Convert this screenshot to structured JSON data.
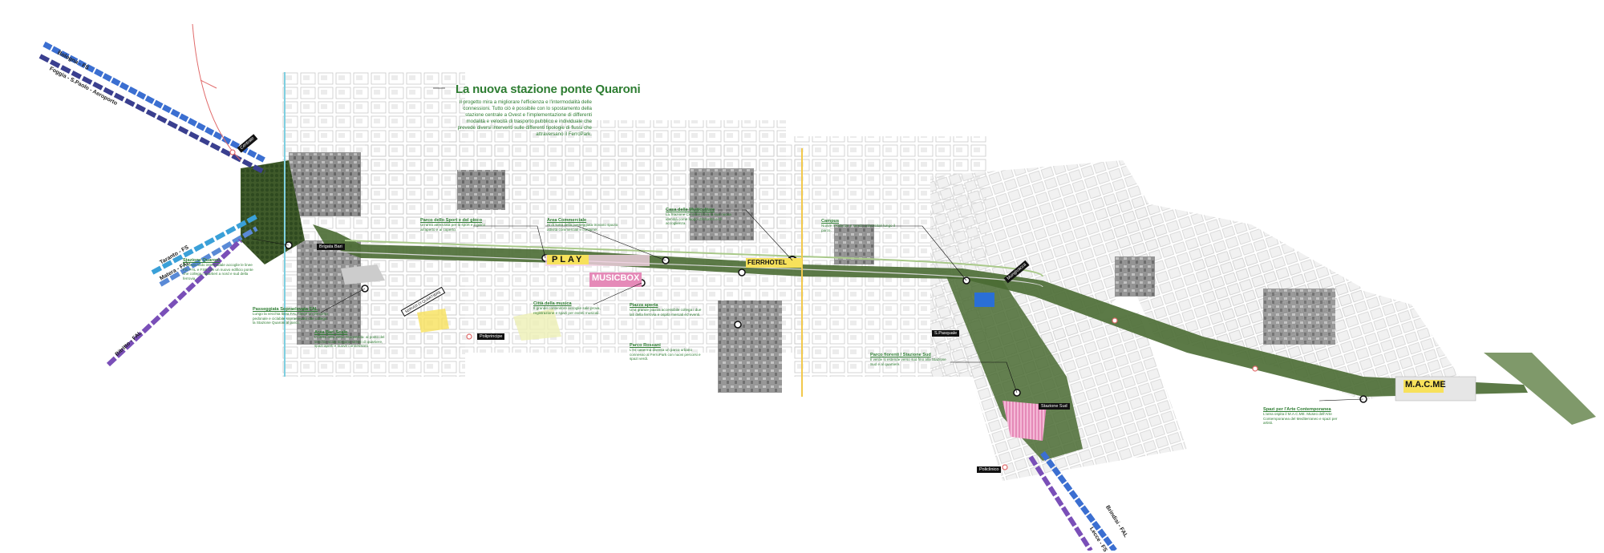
{
  "title": "La nuova stazione ponte Quaroni",
  "intro": "Il progetto mira a migliorare l'efficienza e l'intermodalità delle connessioni. Tutto ciò è possibile con lo spostamento della stazione centrale a Ovest e l'implementazione di differenti modalità e velocità di trasporto pubblico e individuale che prevede diversi interventi sulle differenti tipologie di flussi che attraversano il FerroPark.",
  "rail_lines": [
    {
      "label": "Bologna - FS",
      "color": "#3b6fd1"
    },
    {
      "label": "Foggia - S.Paolo - Aeroporto",
      "color": "#3a3f8f"
    },
    {
      "label": "Taranto - FS",
      "color": "#3aa0d8"
    },
    {
      "label": "Matera - FAL",
      "color": "#5a8ad6"
    },
    {
      "label": "Bitritto - FAL",
      "color": "#7a4fb8"
    },
    {
      "label": "Lecce - FS",
      "color": "#3b6fd1"
    },
    {
      "label": "Brindisi - FAL",
      "color": "#7a4fb8"
    }
  ],
  "big_labels": {
    "play": "PLAY",
    "musicbox": "MUSICBOX",
    "ferrhotel": "FERRHOTEL",
    "macme": "M.A.C.ME"
  },
  "station_tags": [
    {
      "label": "Brigata Bari"
    },
    {
      "label": "Policlinico"
    },
    {
      "label": "S.Pasquale"
    },
    {
      "label": "Stazione Sud"
    },
    {
      "label": "Poliprincipe"
    },
    {
      "label": "Centrale"
    },
    {
      "label": "Mungivacca"
    },
    {
      "label": "SERVIZI DI QUARTIERE"
    }
  ],
  "annotations": [
    {
      "title": "Stazione Quaroni",
      "text": "Il nuovo nodo intermodale accoglie le linee FS, FAL e FSE con un nuovo edificio ponte che collega i quartieri a nord e sud della ferrovia."
    },
    {
      "title": "Passeggiata Sopraelevata FAL",
      "text": "Lungo la vecchia linea FAL nasce un percorso pedonale e ciclabile sopraelevato che collega la Stazione Quaroni al parco."
    },
    {
      "title": "Area Bari Scalo",
      "text": "L'intera area viene riconvertita: al posto del vecchio scalo sorgono servizi di quartiere, spazi aperti e nuove connessioni."
    },
    {
      "title": "Parco dello Sport e del gioco",
      "text": "Un'area attrezzata per lo sport e il gioco all'aperto e al coperto."
    },
    {
      "title": "Area Commerciale",
      "text": "Al di sotto della passeggiata trovano spazio attività commerciali e container."
    },
    {
      "title": "Città della musica",
      "text": "Il grande contenitore accoglie sale prova, registrazione e spazi per eventi musicali."
    },
    {
      "title": "Casa delle Multiculture",
      "text": "La Stazione Centrale trova la sua nuova identità come luogo d'incontro e di accoglienza."
    },
    {
      "title": "Piazza aperta",
      "text": "Una grande piazza accessibile collega i due lati della ferrovia e ospita mercati ed eventi."
    },
    {
      "title": "Parco Rossani",
      "text": "L'ex caserma diventa un parco urbano connesso al FerroPark con nuovi percorsi e spazi verdi."
    },
    {
      "title": "Campus",
      "text": "Nuove residenze e servizi universitari lungo il parco."
    },
    {
      "title": "Parco fiorenti / Stazione Sud",
      "text": "Il verde si estende verso sud fino alla Stazione Sud e al quartiere."
    },
    {
      "title": "Spazi per l'Arte Contemporanea",
      "text": "L'area ospita il M.A.C.ME. Museo dell'Arte Contemporanea del Mediterraneo e spazi per artisti."
    }
  ]
}
